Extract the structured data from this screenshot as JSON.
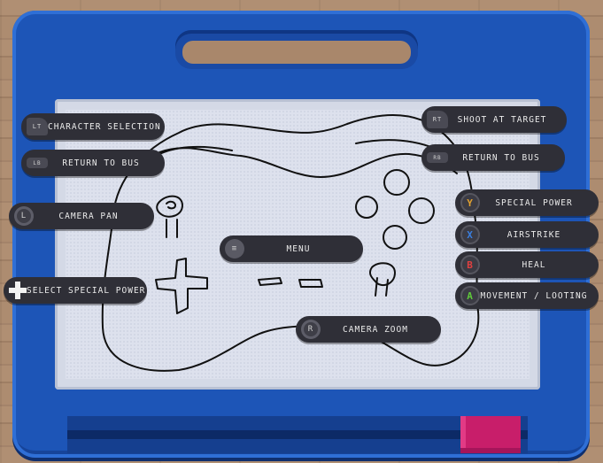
{
  "controls": {
    "lt": {
      "label": "CHARACTER SELECTION",
      "icon_text": "LT"
    },
    "lb": {
      "label": "RETURN TO BUS",
      "icon_text": "LB"
    },
    "ls": {
      "label": "CAMERA PAN",
      "icon_text": "L"
    },
    "dpad": {
      "label": "SELECT SPECIAL POWER"
    },
    "menu": {
      "label": "MENU"
    },
    "rs": {
      "label": "CAMERA ZOOM",
      "icon_text": "R"
    },
    "rt": {
      "label": "SHOOT AT TARGET",
      "icon_text": "RT"
    },
    "rb": {
      "label": "RETURN TO BUS",
      "icon_text": "RB"
    },
    "y": {
      "label": "SPECIAL POWER",
      "icon_text": "Y",
      "color": "#e0a030"
    },
    "x": {
      "label": "AIRSTRIKE",
      "icon_text": "X",
      "color": "#3a7fe0"
    },
    "b": {
      "label": "HEAL",
      "icon_text": "B",
      "color": "#e04040"
    },
    "a": {
      "label": "MOVEMENT / LOOTING",
      "icon_text": "A",
      "color": "#5ec83a"
    }
  },
  "colors": {
    "board": "#1d55b7",
    "screen": "#dde1ed",
    "slider_knob": "#c81e6a",
    "pill": "#2f2f37"
  }
}
